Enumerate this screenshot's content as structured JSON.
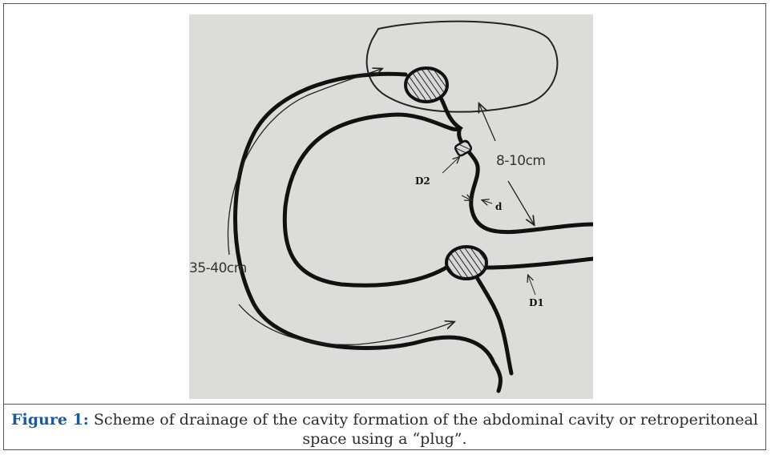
{
  "figure": {
    "labels": {
      "length_long": "35-40cm",
      "length_short": "8-10cm",
      "d2": "D2",
      "d": "d",
      "d1": "D1"
    }
  },
  "caption": {
    "label": "Figure 1:",
    "text": "Scheme of drainage of the cavity formation of the abdominal cavity or retroperitoneal space using a “plug”."
  },
  "colors": {
    "caption_label": "#1a5a9a",
    "photo_background": "#dcdcda",
    "ink": "#111111"
  }
}
